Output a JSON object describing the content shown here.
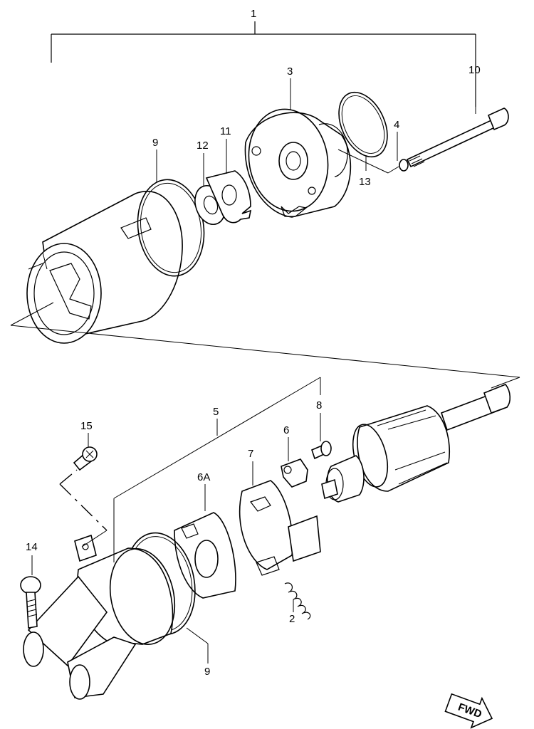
{
  "labels": {
    "l1": "1",
    "l2": "2",
    "l3": "3",
    "l4": "4",
    "l5": "5",
    "l6": "6",
    "l6a": "6A",
    "l7": "7",
    "l8": "8",
    "l9_top": "9",
    "l9_bottom": "9",
    "l10": "10",
    "l11": "11",
    "l12": "12",
    "l13": "13",
    "l14": "14",
    "l15": "15",
    "fwd": "FWD"
  },
  "colors": {
    "line": "#000000",
    "background": "#ffffff"
  }
}
